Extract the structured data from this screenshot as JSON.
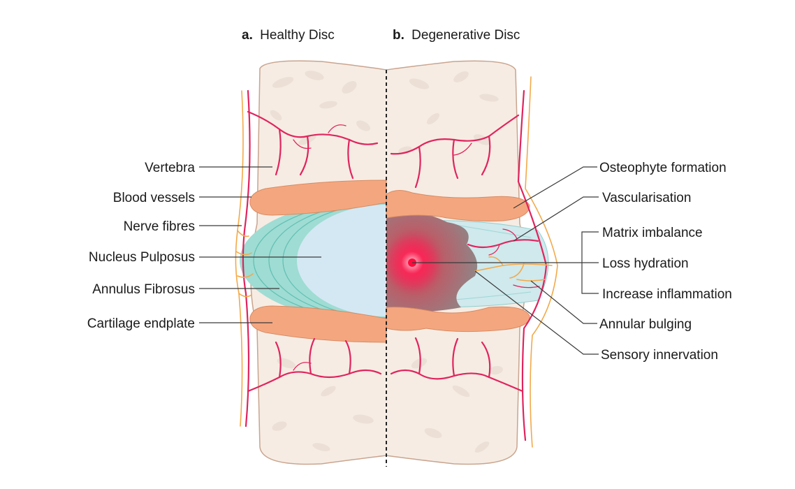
{
  "panels": {
    "a": {
      "letter": "a.",
      "title": "Healthy Disc"
    },
    "b": {
      "letter": "b.",
      "title": "Degenerative Disc"
    }
  },
  "left_labels": [
    "Vertebra",
    "Blood vessels",
    "Nerve fibres",
    "Nucleus Pulposus",
    "Annulus Fibrosus",
    "Cartilage endplate"
  ],
  "right_labels": [
    "Osteophyte formation",
    "Vascularisation",
    "Matrix imbalance",
    "Loss hydration",
    "Increase inflammation",
    "Annular bulging",
    "Sensory innervation"
  ],
  "colors": {
    "bone": "#f6ece3",
    "bone_spots": "#ece0d6",
    "bone_outline": "#c9a48f",
    "endplate": "#f4a77f",
    "annulus": "#9fdcd3",
    "nucleus": "#d4e8f4",
    "blood_vessel": "#e0245e",
    "nerve": "#f2a94a",
    "inflammation": "#ee1b4e"
  }
}
